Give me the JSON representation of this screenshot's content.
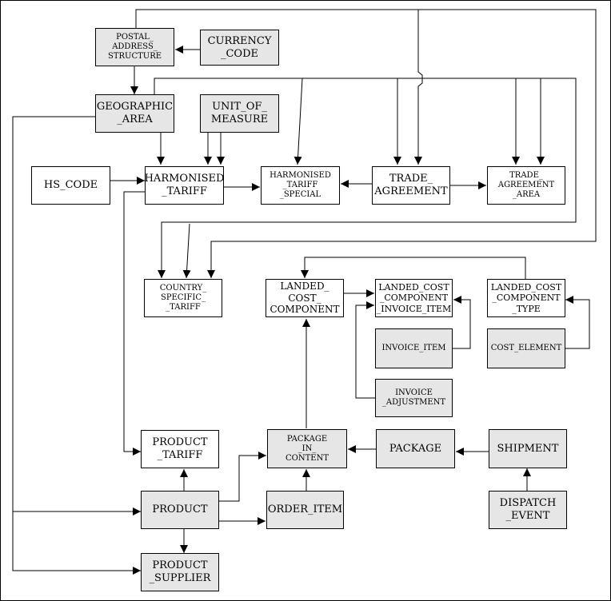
{
  "entities": {
    "postal_address_structure": "POSTAL_\nADDRESS_\nSTRUCTURE",
    "currency_code": "CURRENCY\n_CODE",
    "geographic_area": "GEOGRAPHIC\n_AREA",
    "unit_of_measure": "UNIT_OF_\nMEASURE",
    "hs_code": "HS_CODE",
    "harmonised_tariff": "HARMONISED\n_TARIFF",
    "harmonised_tariff_special": "HARMONISED\n_TARIFF\n_SPECIAL",
    "trade_agreement": "TRADE_\nAGREEMENT",
    "trade_agreement_area": "TRADE_\nAGREEMENT\n_AREA",
    "country_specific_tariff": "COUNTRY_\nSPECIFIC_\n_TARIFF",
    "landed_cost_component": "LANDED_\nCOST_\nCOMPONENT",
    "landed_cost_component_invoice_item": "LANDED_COST\n_COMPONENT\n_INVOICE_ITEM",
    "landed_cost_component_type": "LANDED_COST\n_COMPONENT\n_TYPE",
    "invoice_item": "INVOICE_ITEM",
    "cost_element": "COST_ELEMENT",
    "invoice_adjustment": "INVOICE\n_ADJUSTMENT",
    "product_tariff": "PRODUCT\n_TARIFF",
    "package_in_content": "PACKAGE\n_IN_\nCONTENT",
    "package": "PACKAGE",
    "shipment": "SHIPMENT",
    "product": "PRODUCT",
    "order_item": "ORDER_ITEM",
    "dispatch_event": "DISPATCH\n_EVENT",
    "product_supplier": "PRODUCT\n_SUPPLIER"
  }
}
